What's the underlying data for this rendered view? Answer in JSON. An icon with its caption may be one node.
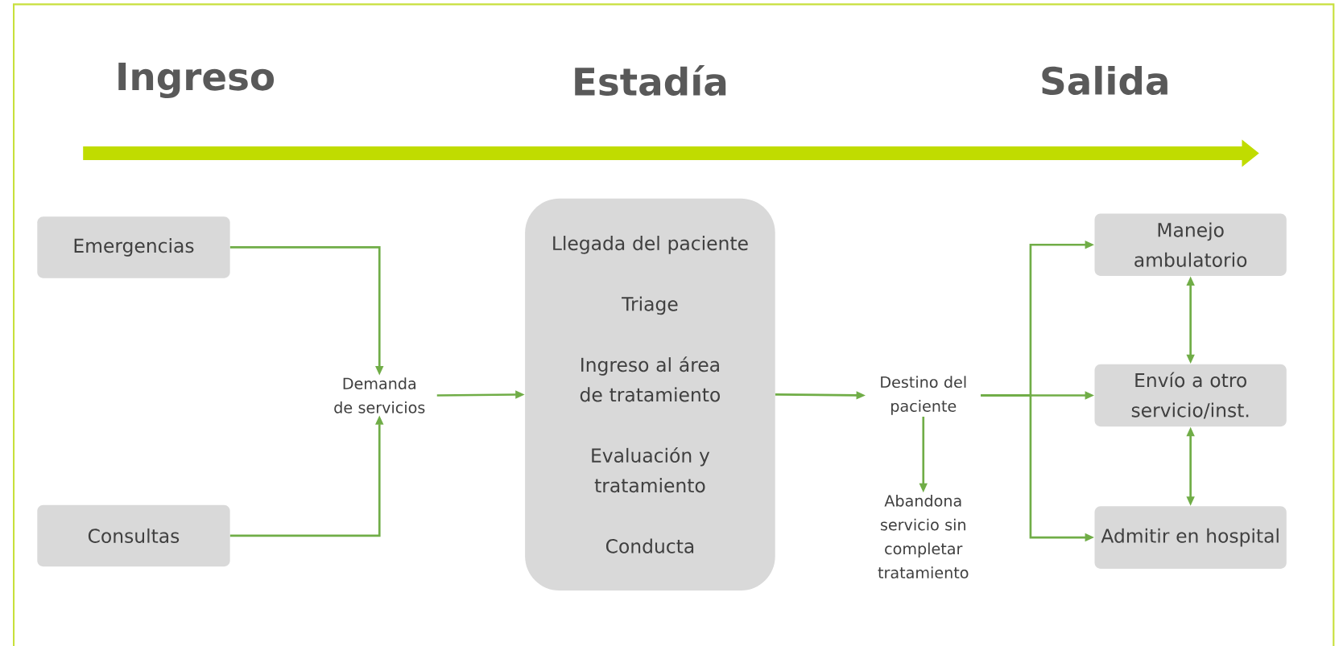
{
  "diagram": {
    "nodes": [
      {
        "text": [
          "Emergencias"
        ]
      },
      {
        "text": [
          "Consultas"
        ]
      },
      {
        "text": [
          "Demanda de servicios"
        ]
      },
      {
        "text": [
          "Llegada del paciente",
          "Triage",
          "Ingreso al área de tratamiento",
          "Evaluación y tratamiento",
          "Conducta"
        ]
      },
      {
        "text": [
          "Destino del paciente"
        ]
      },
      {
        "text": [
          "Abandona servicio sin completar tratamiento"
        ]
      },
      {
        "text": [
          "Manejo ambulatorio"
        ]
      },
      {
        "text": [
          "Envío a otro servicio/inst."
        ]
      },
      {
        "text": [
          "Admitir en hospital"
        ]
      }
    ],
    "edges": [
      {
        "from": 0,
        "to": 2,
        "arrow": "to"
      },
      {
        "from": 1,
        "to": 2,
        "arrow": "to"
      },
      {
        "from": 2,
        "to": 3,
        "arrow": "to"
      },
      {
        "from": 3,
        "to": 4,
        "arrow": "to"
      },
      {
        "from": 4,
        "to": 5,
        "arrow": "to"
      },
      {
        "from": 4,
        "to": 6,
        "arrow": "to"
      },
      {
        "from": 4,
        "to": 7,
        "arrow": "to"
      },
      {
        "from": 4,
        "to": 8,
        "arrow": "to"
      },
      {
        "from": 6,
        "to": 7,
        "arrow": "both"
      },
      {
        "from": 7,
        "to": 8,
        "arrow": "both"
      }
    ],
    "labels": [
      "Ingreso",
      "Estadía",
      "Salida"
    ]
  }
}
